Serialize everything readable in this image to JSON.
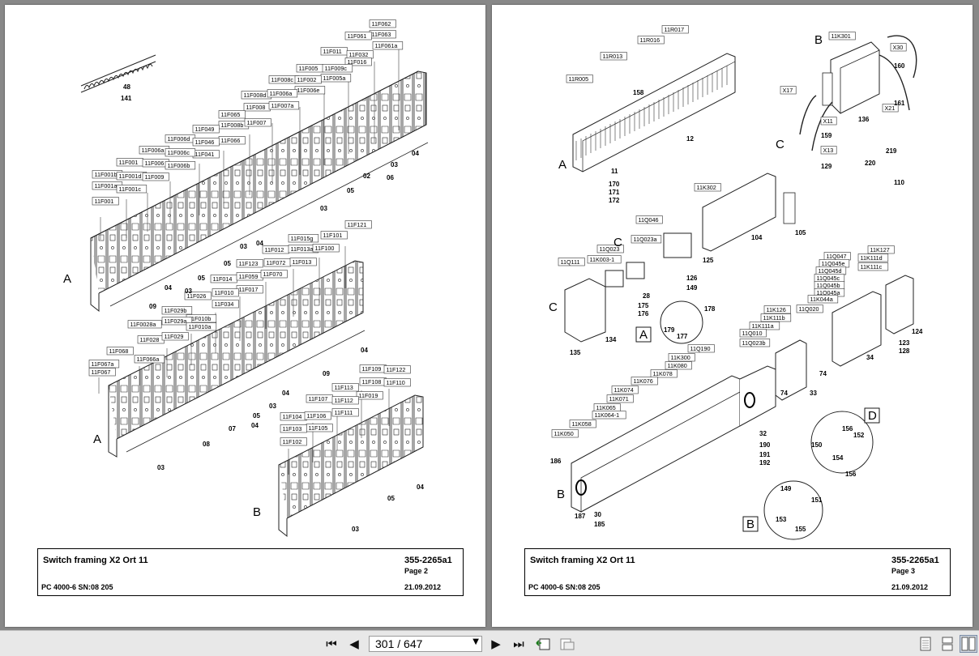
{
  "viewer": {
    "pages": [
      {
        "title": "Switch framing X2 Ort 11",
        "code": "355-2265a1",
        "page": "Page 2",
        "machine": "PC 4000-6 SN:08 205",
        "date": "21.09.2012",
        "views": [
          "A",
          "A",
          "B"
        ],
        "refs": [
          "48",
          "141",
          "04",
          "03",
          "02",
          "06",
          "05",
          "03",
          "04",
          "05",
          "03",
          "05",
          "04",
          "03",
          "09",
          "04",
          "09",
          "04",
          "03",
          "05",
          "07",
          "04",
          "08",
          "03",
          "04",
          "05",
          "03",
          "04",
          "04"
        ],
        "tags": [
          "11F062",
          "11F063",
          "11F061",
          "11F061a",
          "11F011",
          "11F032",
          "11F016",
          "11F005",
          "11F009c",
          "11F005a",
          "11F008c",
          "11F002",
          "11F006e",
          "11F008d",
          "11F006a",
          "11F008",
          "11F007a",
          "11F065",
          "11F008b",
          "11F007",
          "11F049",
          "11F066",
          "11F006d",
          "11F046",
          "11F041",
          "11F006a",
          "11F006c",
          "11F001",
          "11F006",
          "11F006b",
          "11F001b",
          "11F001d",
          "11F009",
          "11F001a",
          "11F001c",
          "11F001",
          "11F121",
          "11F015g",
          "11F101",
          "11F012",
          "11F013a",
          "11F100",
          "11F123",
          "11F072",
          "11F013",
          "11F014",
          "11F059",
          "11F070",
          "11F017",
          "11F026",
          "11F010",
          "11F034",
          "11F029b",
          "11F010b",
          "11F0028a",
          "11F029a",
          "11F010a",
          "11F028",
          "11F029",
          "11F068",
          "11F066a",
          "11F067a",
          "11F067",
          "11F109",
          "11F122",
          "11F108",
          "11F110",
          "11F113",
          "11F019",
          "11F107",
          "11F112",
          "11F111",
          "11F104",
          "11F106",
          "11F105",
          "11F103",
          "11F102"
        ]
      },
      {
        "title": "Switch framing X2 Ort 11",
        "code": "355-2265a1",
        "page": "Page 3",
        "machine": "PC 4000-6 SN:08 205",
        "date": "21.09.2012",
        "views": [
          "A",
          "B",
          "C",
          "C",
          "C",
          "A",
          "D",
          "B",
          "B"
        ],
        "refs": [
          "11",
          "170",
          "171",
          "172",
          "12",
          "160",
          "161",
          "158",
          "136",
          "159",
          "129",
          "219",
          "220",
          "110",
          "104",
          "105",
          "125",
          "126",
          "149",
          "28",
          "175",
          "176",
          "134",
          "135",
          "178",
          "179",
          "177",
          "124",
          "123",
          "128",
          "34",
          "74",
          "74",
          "33",
          "32",
          "190",
          "191",
          "192",
          "186",
          "187",
          "30",
          "185",
          "156",
          "150",
          "152",
          "154",
          "156",
          "149",
          "151",
          "153",
          "155"
        ],
        "tags": [
          "11R017",
          "11R016",
          "11R013",
          "11R005",
          "11K301",
          "X30",
          "X17",
          "X21",
          "X11",
          "X13",
          "11K302",
          "11Q046",
          "11Q023a",
          "11Q023",
          "11K003-1",
          "11Q111",
          "11K127",
          "11K111d",
          "11K111c",
          "11Q047",
          "11Q045e",
          "11Q045d",
          "11Q045c",
          "11Q045b",
          "11Q045a",
          "11K044a",
          "11Q020",
          "11K126",
          "11K111b",
          "11K111a",
          "11Q010",
          "11Q023b",
          "11Q190",
          "11K300",
          "11K080",
          "11K078",
          "11K076",
          "11K074",
          "11K071",
          "11K065",
          "11K064-1",
          "11K058",
          "11K050"
        ]
      }
    ]
  },
  "toolbar": {
    "page_indicator": "301 / 647",
    "icons": [
      "first-page-icon",
      "prev-page-icon",
      "dropdown-icon",
      "next-page-icon",
      "last-page-icon",
      "go-back-view-icon",
      "go-forward-view-icon",
      "single-page-view-icon",
      "continuous-view-icon",
      "two-page-view-icon"
    ]
  }
}
